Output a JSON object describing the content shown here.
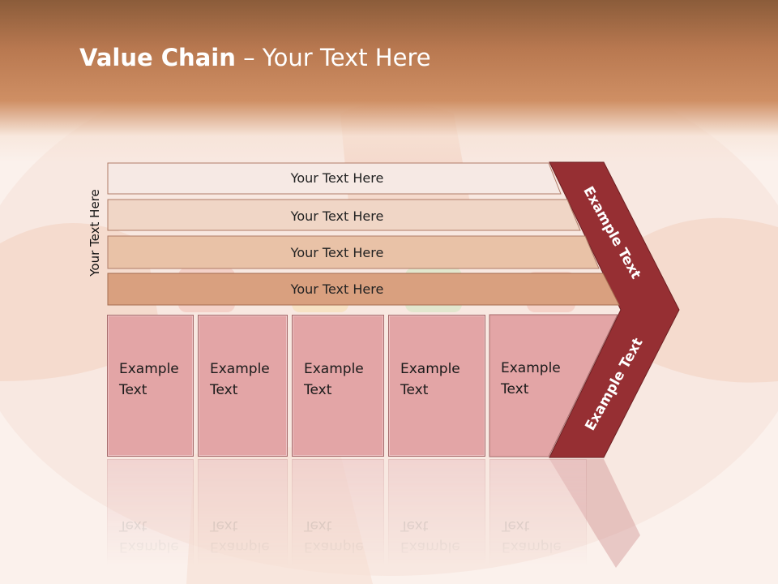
{
  "title": {
    "bold": "Value Chain",
    "rest": " – Your Text Here"
  },
  "side_label": "Your Text Here",
  "bars": [
    {
      "label": "Your Text Here",
      "color": "#f6e9e4"
    },
    {
      "label": "Your Text Here",
      "color": "#f0d6c6"
    },
    {
      "label": "Your Text Here",
      "color": "#e9c2a7"
    },
    {
      "label": "Your Text Here",
      "color": "#d9a07f"
    }
  ],
  "boxes": [
    {
      "label": "Example Text"
    },
    {
      "label": "Example Text"
    },
    {
      "label": "Example Text"
    },
    {
      "label": "Example Text"
    },
    {
      "label": "Example Text"
    }
  ],
  "chevron": {
    "color": "#962f33",
    "upper_label": "Example Text",
    "lower_label": "Example Text"
  },
  "colors": {
    "box_fill": "#e3a5a6",
    "header": "#c4825a"
  }
}
